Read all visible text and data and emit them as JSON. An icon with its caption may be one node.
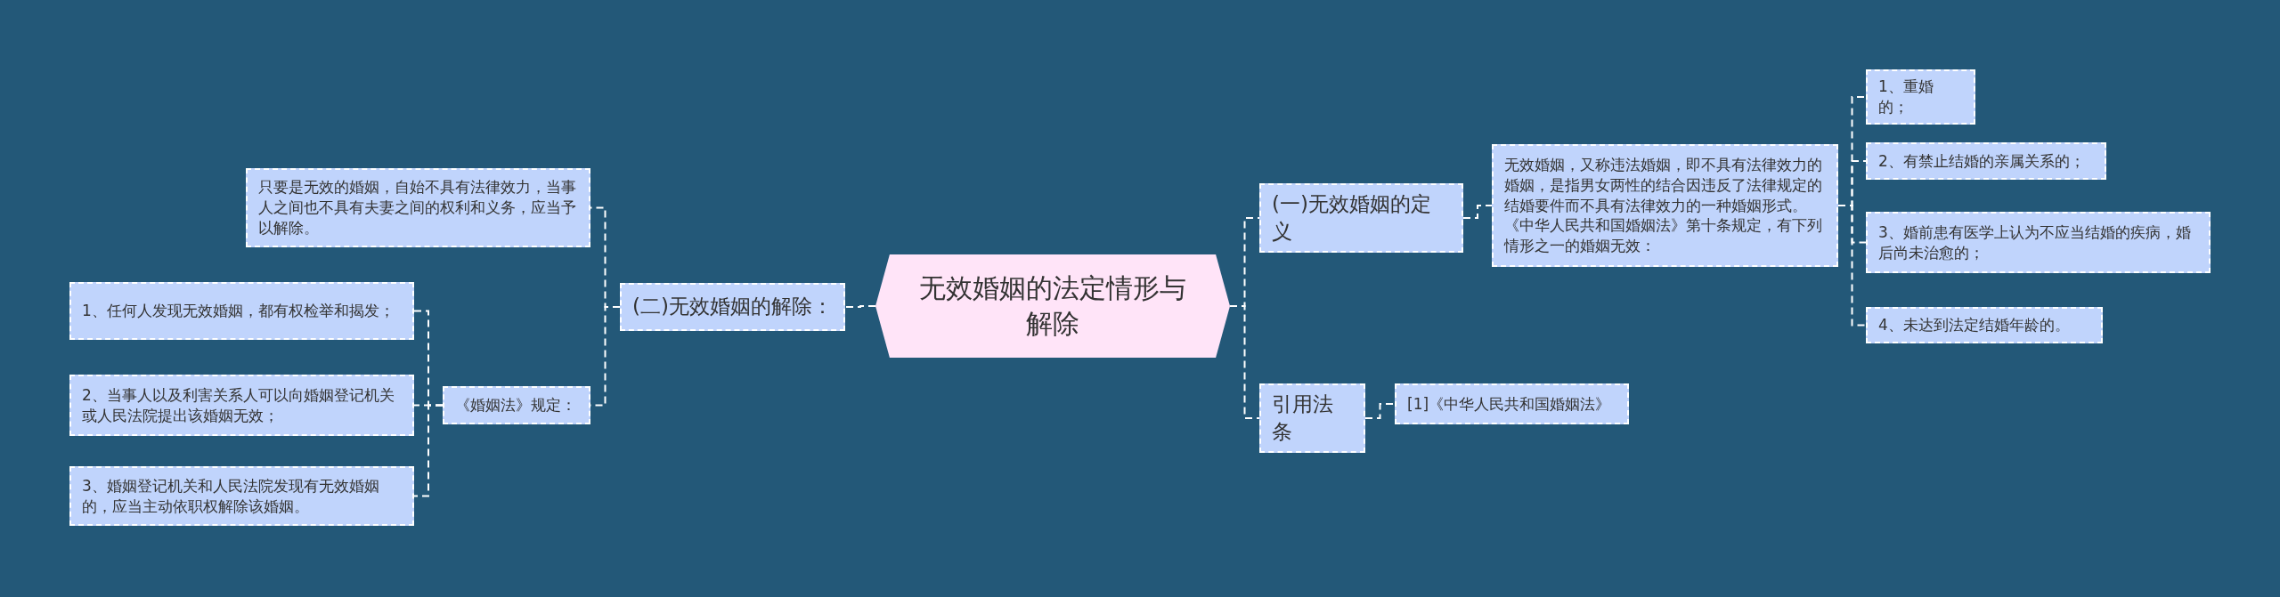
{
  "diagram": {
    "nodes": [
      {
        "text": [
          "无效婚姻的法定情形与解除"
        ]
      },
      {
        "text": [
          "(二)无效婚姻的解除："
        ]
      },
      {
        "text": [
          "只要是无效的婚姻，自始不具有法律效力，当事人之间也不具有夫妻之间的权利和义务，应当予以解除。"
        ]
      },
      {
        "text": [
          "《婚姻法》规定："
        ]
      },
      {
        "text": [
          "1、任何人发现无效婚姻，都有权检举和揭发；"
        ]
      },
      {
        "text": [
          "2、当事人以及利害关系人可以向婚姻登记机关或人民法院提出该婚姻无效；"
        ]
      },
      {
        "text": [
          "3、婚姻登记机关和人民法院发现有无效婚姻的，应当主动依职权解除该婚姻。"
        ]
      },
      {
        "text": [
          "(一)无效婚姻的定义"
        ]
      },
      {
        "text": [
          "无效婚姻，又称违法婚姻，即不具有法律效力的婚姻，是指男女两性的结合因违反了法律规定的结婚要件而不具有法律效力的一种婚姻形式。《中华人民共和国婚姻法》第十条规定，有下列情形之一的婚姻无效："
        ]
      },
      {
        "text": [
          "1、重婚的；"
        ]
      },
      {
        "text": [
          "2、有禁止结婚的亲属关系的；"
        ]
      },
      {
        "text": [
          "3、婚前患有医学上认为不应当结婚的疾病，婚后尚未治愈的；"
        ]
      },
      {
        "text": [
          "4、未达到法定结婚年龄的。"
        ]
      },
      {
        "text": [
          "引用法条"
        ]
      },
      {
        "text": [
          "[1]《中华人民共和国婚姻法》"
        ]
      }
    ],
    "edges": [
      {
        "from": 0,
        "to": 1,
        "arrow": "none"
      },
      {
        "from": 1,
        "to": 2,
        "arrow": "none"
      },
      {
        "from": 1,
        "to": 3,
        "arrow": "none"
      },
      {
        "from": 3,
        "to": 4,
        "arrow": "none"
      },
      {
        "from": 3,
        "to": 5,
        "arrow": "none"
      },
      {
        "from": 3,
        "to": 6,
        "arrow": "none"
      },
      {
        "from": 0,
        "to": 7,
        "arrow": "none"
      },
      {
        "from": 7,
        "to": 8,
        "arrow": "none"
      },
      {
        "from": 8,
        "to": 9,
        "arrow": "none"
      },
      {
        "from": 8,
        "to": 10,
        "arrow": "none"
      },
      {
        "from": 8,
        "to": 11,
        "arrow": "none"
      },
      {
        "from": 8,
        "to": 12,
        "arrow": "none"
      },
      {
        "from": 0,
        "to": 13,
        "arrow": "none"
      },
      {
        "from": 13,
        "to": 14,
        "arrow": "none"
      }
    ]
  }
}
